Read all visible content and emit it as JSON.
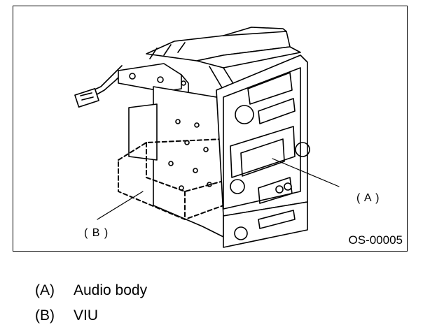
{
  "figure": {
    "callout_a": "( A )",
    "callout_b": "( B )",
    "code": "OS-00005"
  },
  "legend": [
    {
      "key": "(A)",
      "label": "Audio body"
    },
    {
      "key": "(B)",
      "label": "VIU"
    }
  ]
}
